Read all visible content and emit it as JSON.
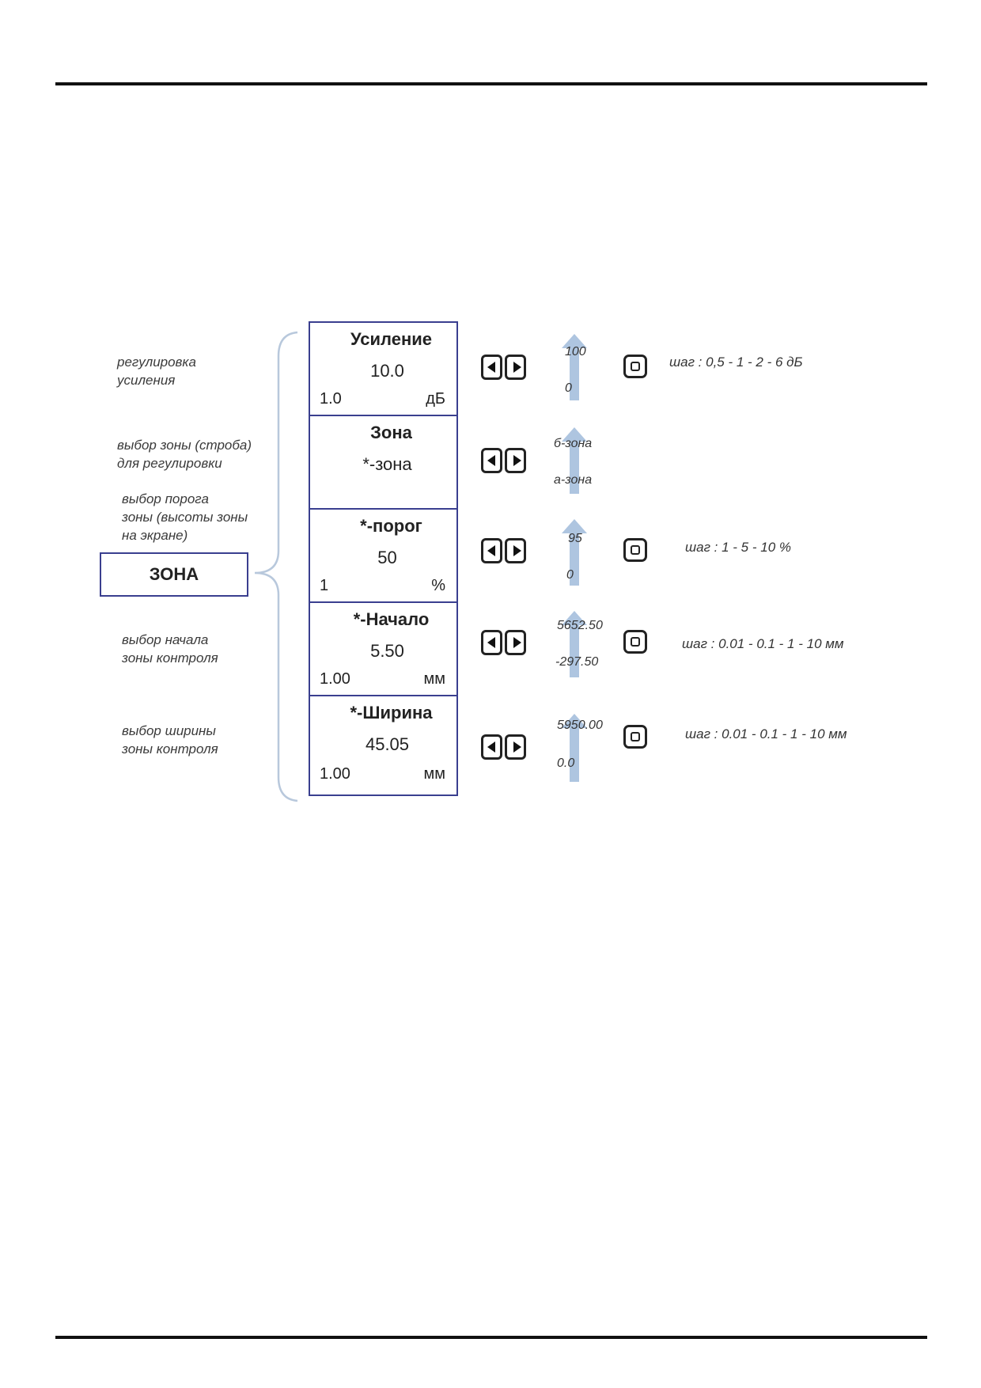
{
  "menu_label": "ЗОНА",
  "descriptions": [
    "регулировка\nусиления",
    "выбор зоны (строба)\nдля регулировки",
    "выбор порога\nзоны (высоты зоны\nна экране)",
    "выбор начала\nзоны контроля",
    "выбор ширины\nзоны контроля"
  ],
  "items": [
    {
      "title": "Усиление",
      "value": "10.0",
      "step": "1.0",
      "unit": "дБ"
    },
    {
      "title": "Зона",
      "value": "*-зона",
      "step": "",
      "unit": ""
    },
    {
      "title": "*-порог",
      "value": "50",
      "step": "1",
      "unit": "%"
    },
    {
      "title": "*-Начало",
      "value": "5.50",
      "step": "1.00",
      "unit": "мм"
    },
    {
      "title": "*-Ширина",
      "value": "45.05",
      "step": "1.00",
      "unit": "мм"
    }
  ],
  "ranges": [
    {
      "max": "100",
      "min": "0"
    },
    {
      "max": "б-зона",
      "min": "а-зона"
    },
    {
      "max": "95",
      "min": "0"
    },
    {
      "max": "5652.50",
      "min": "-297.50"
    },
    {
      "max": "5950.00",
      "min": "0.0"
    }
  ],
  "steps": [
    "шаг : 0,5 - 1 - 2 - 6 дБ",
    "",
    "шаг : 1 - 5 - 10 %",
    "шаг : 0.01 - 0.1 - 1 - 10  мм",
    "шаг : 0.01 - 0.1 - 1 - 10 мм"
  ]
}
